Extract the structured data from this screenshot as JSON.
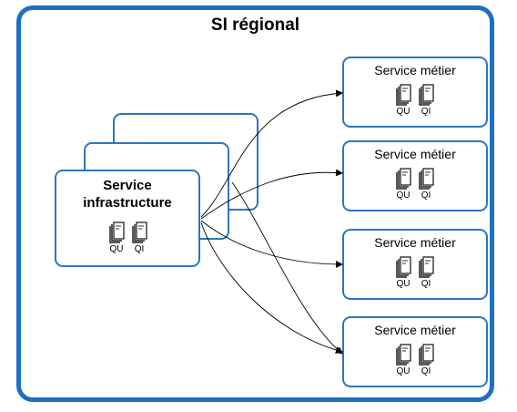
{
  "diagram": {
    "title": "SI régional",
    "infrastructure": {
      "title_line1": "Service",
      "title_line2": "infrastructure",
      "doc_labels": [
        "QU",
        "QI"
      ]
    },
    "services": [
      {
        "title": "Service métier",
        "doc_labels": [
          "QU",
          "QI"
        ]
      },
      {
        "title": "Service métier",
        "doc_labels": [
          "QU",
          "QI"
        ]
      },
      {
        "title": "Service métier",
        "doc_labels": [
          "QU",
          "QI"
        ]
      },
      {
        "title": "Service métier",
        "doc_labels": [
          "QU",
          "QI"
        ]
      }
    ],
    "colors": {
      "frame": "#1e6fc3",
      "box_border": "#2e75c0",
      "arrow": "#000000"
    },
    "icons": [
      "document-stack-icon"
    ]
  }
}
